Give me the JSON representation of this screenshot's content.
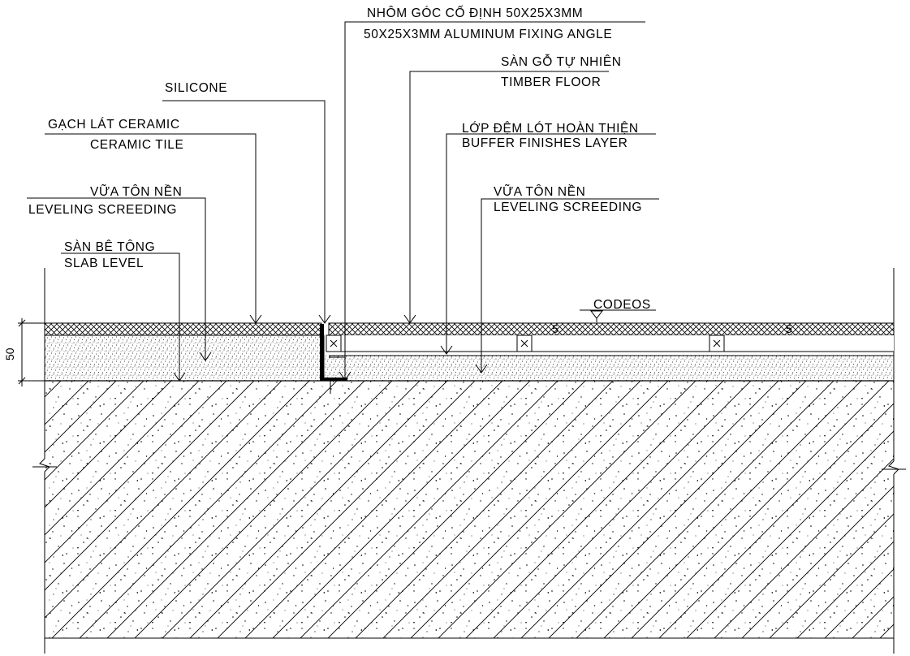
{
  "labels": {
    "angle_vi": "NHÔM GÓC CỐ ĐỊNH 50X25X3MM",
    "angle_en": "50X25X3MM ALUMINUM FIXING ANGLE",
    "timber_vi": "SÀN GỖ TỰ NHIÊN",
    "timber_en": "TIMBER FLOOR",
    "silicone": "SILICONE",
    "tile_vi": "GẠCH LÁT CERAMIC",
    "tile_en": "CERAMIC TILE",
    "buffer_vi": "LỚP ĐỆM LÓT HOÀN THIỆN",
    "buffer_en": "BUFFER FINISHES LAYER",
    "screed_left_vi": "VỮA TÔN NỀN",
    "screed_left_en": "LEVELING SCREEDING",
    "screed_right_vi": "VỮA TÔN NỀN",
    "screed_right_en": "LEVELING SCREEDING",
    "slab_vi": "SÀN BÊ TÔNG",
    "slab_en": "SLAB LEVEL",
    "level_mark": "CODEOS"
  },
  "dimension": {
    "value": "50"
  }
}
